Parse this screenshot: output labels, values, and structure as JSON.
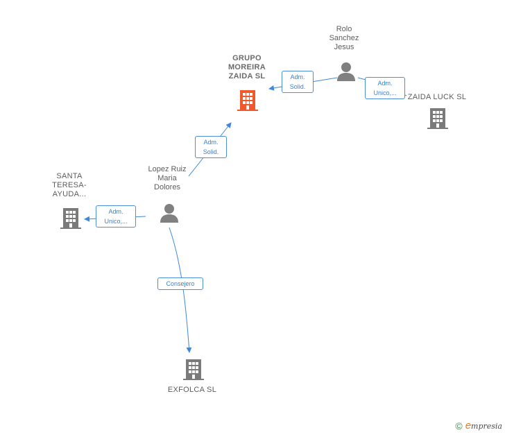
{
  "colors": {
    "edge": "#3f87d8",
    "person_icon": "#808080",
    "company_icon": "#7a7a7a",
    "main_company_icon": "#f0582e"
  },
  "nodes": {
    "grupo_moreira": {
      "label": "GRUPO\nMOREIRA\nZAIDA  SL",
      "icon": "building-icon"
    },
    "rolo": {
      "label": "Rolo\nSanchez\nJesus",
      "icon": "person-icon"
    },
    "zaida_luck": {
      "label": "ZAIDA LUCK SL",
      "icon": "building-icon"
    },
    "lopez": {
      "label": "Lopez Ruiz\nMaria\nDolores",
      "icon": "person-icon"
    },
    "santa_teresa": {
      "label": "SANTA\nTERESA-\nAYUDA...",
      "icon": "building-icon"
    },
    "exfolca": {
      "label": "EXFOLCA  SL",
      "icon": "building-icon"
    }
  },
  "edges": {
    "rolo_grupo": {
      "label": "Adm.\nSolid."
    },
    "rolo_zaida": {
      "label": "Adm.\nUnico,..."
    },
    "lopez_grupo": {
      "label": "Adm.\nSolid."
    },
    "lopez_santa": {
      "label": "Adm.\nUnico,..."
    },
    "lopez_exfolca": {
      "label": "Consejero"
    }
  },
  "footer": {
    "copyright": "©",
    "brand_initial": "e",
    "brand_rest": "mpresia"
  }
}
